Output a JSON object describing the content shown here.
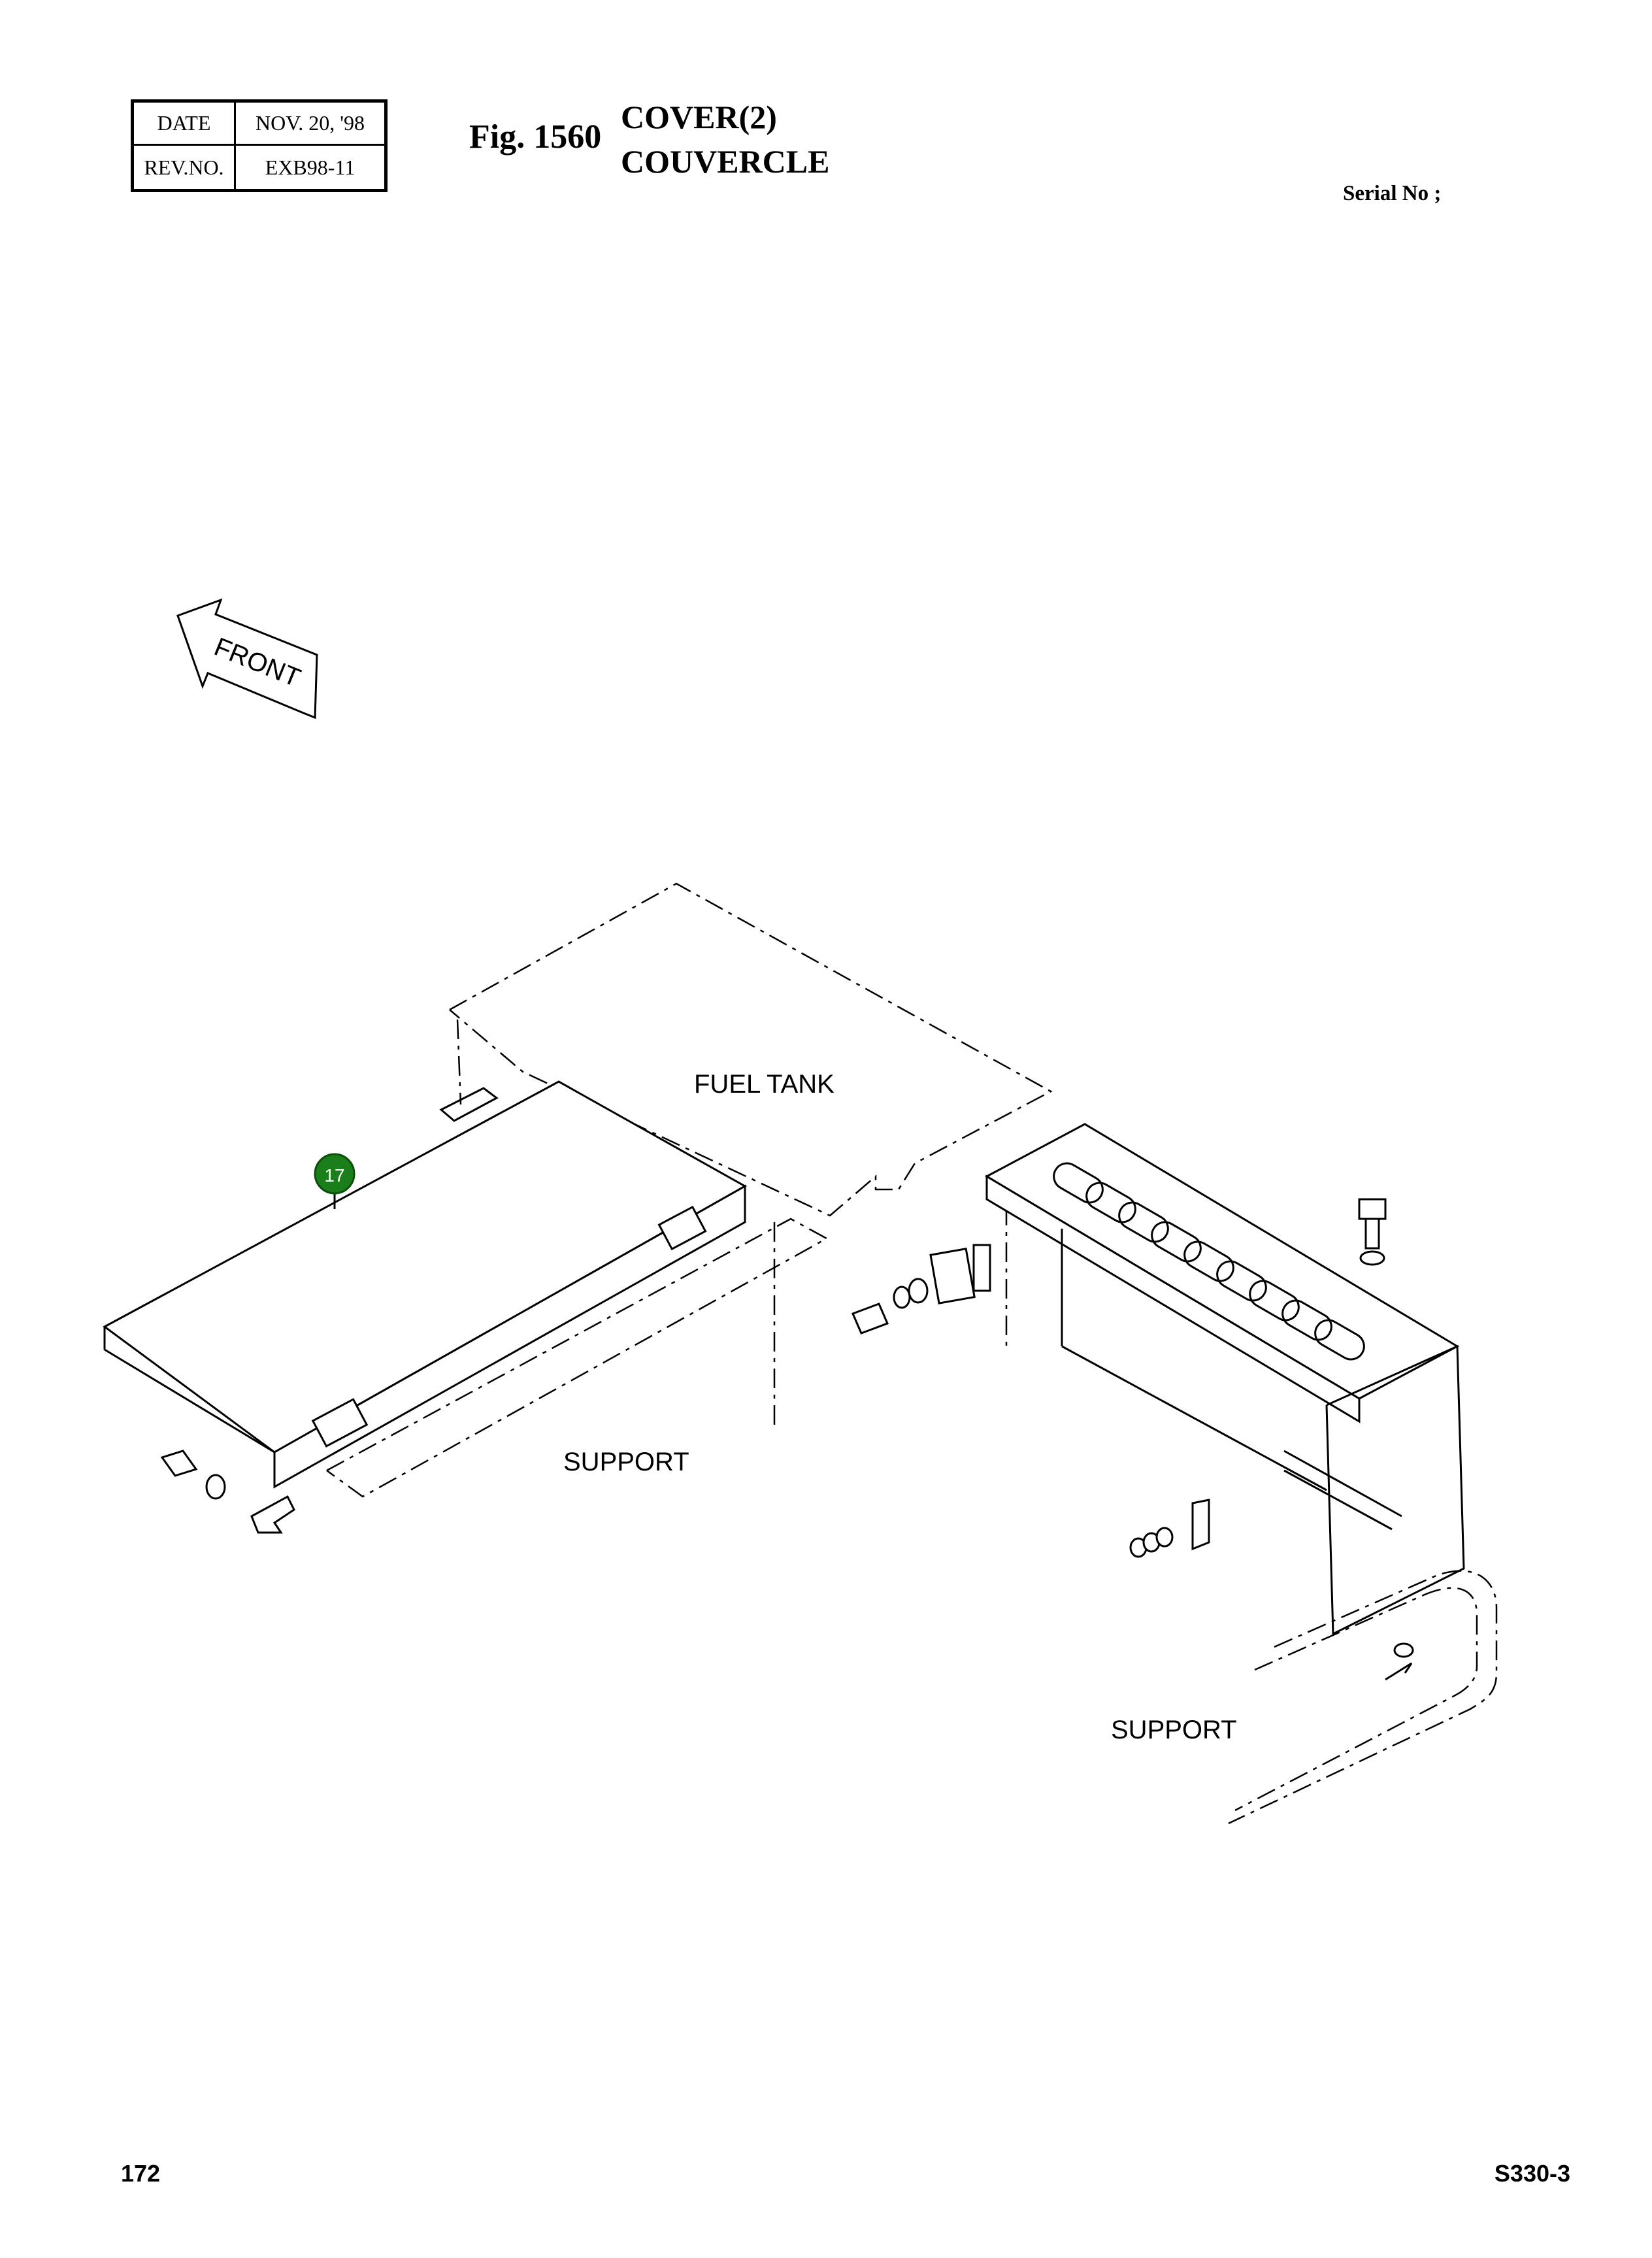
{
  "header": {
    "date_label": "DATE",
    "date_value": "NOV. 20, '98",
    "rev_label": "REV.NO.",
    "rev_value": "EXB98-11",
    "fig_number": "Fig. 1560",
    "title_en": "COVER(2)",
    "title_fr": "COUVERCLE",
    "serial": "Serial No ;"
  },
  "diagram": {
    "front_label": "FRONT",
    "labels": {
      "fuel_tank": "FUEL TANK",
      "support_left": "SUPPORT",
      "support_right": "SUPPORT"
    },
    "callouts": [
      {
        "number": "17",
        "color": "#1a7f1a"
      }
    ]
  },
  "footer": {
    "page": "172",
    "model": "S330-3"
  }
}
